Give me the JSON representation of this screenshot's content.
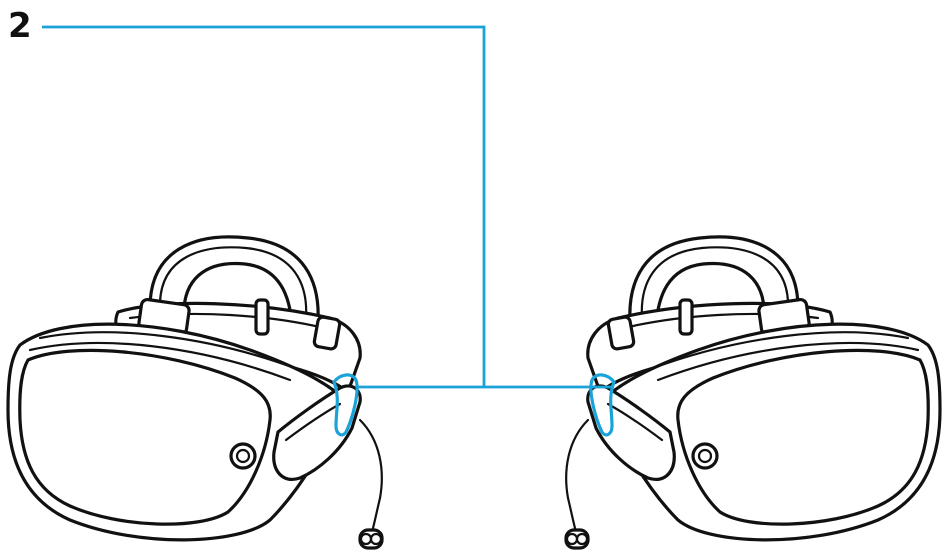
{
  "callout": {
    "number": "2"
  },
  "colors": {
    "accent": "#1aa3d9",
    "ink": "#111111",
    "background": "#ffffff"
  },
  "figure": {
    "headsets": [
      {
        "side": "left",
        "highlighted_part": "headphone-jack"
      },
      {
        "side": "right",
        "highlighted_part": "headphone-jack"
      }
    ]
  }
}
